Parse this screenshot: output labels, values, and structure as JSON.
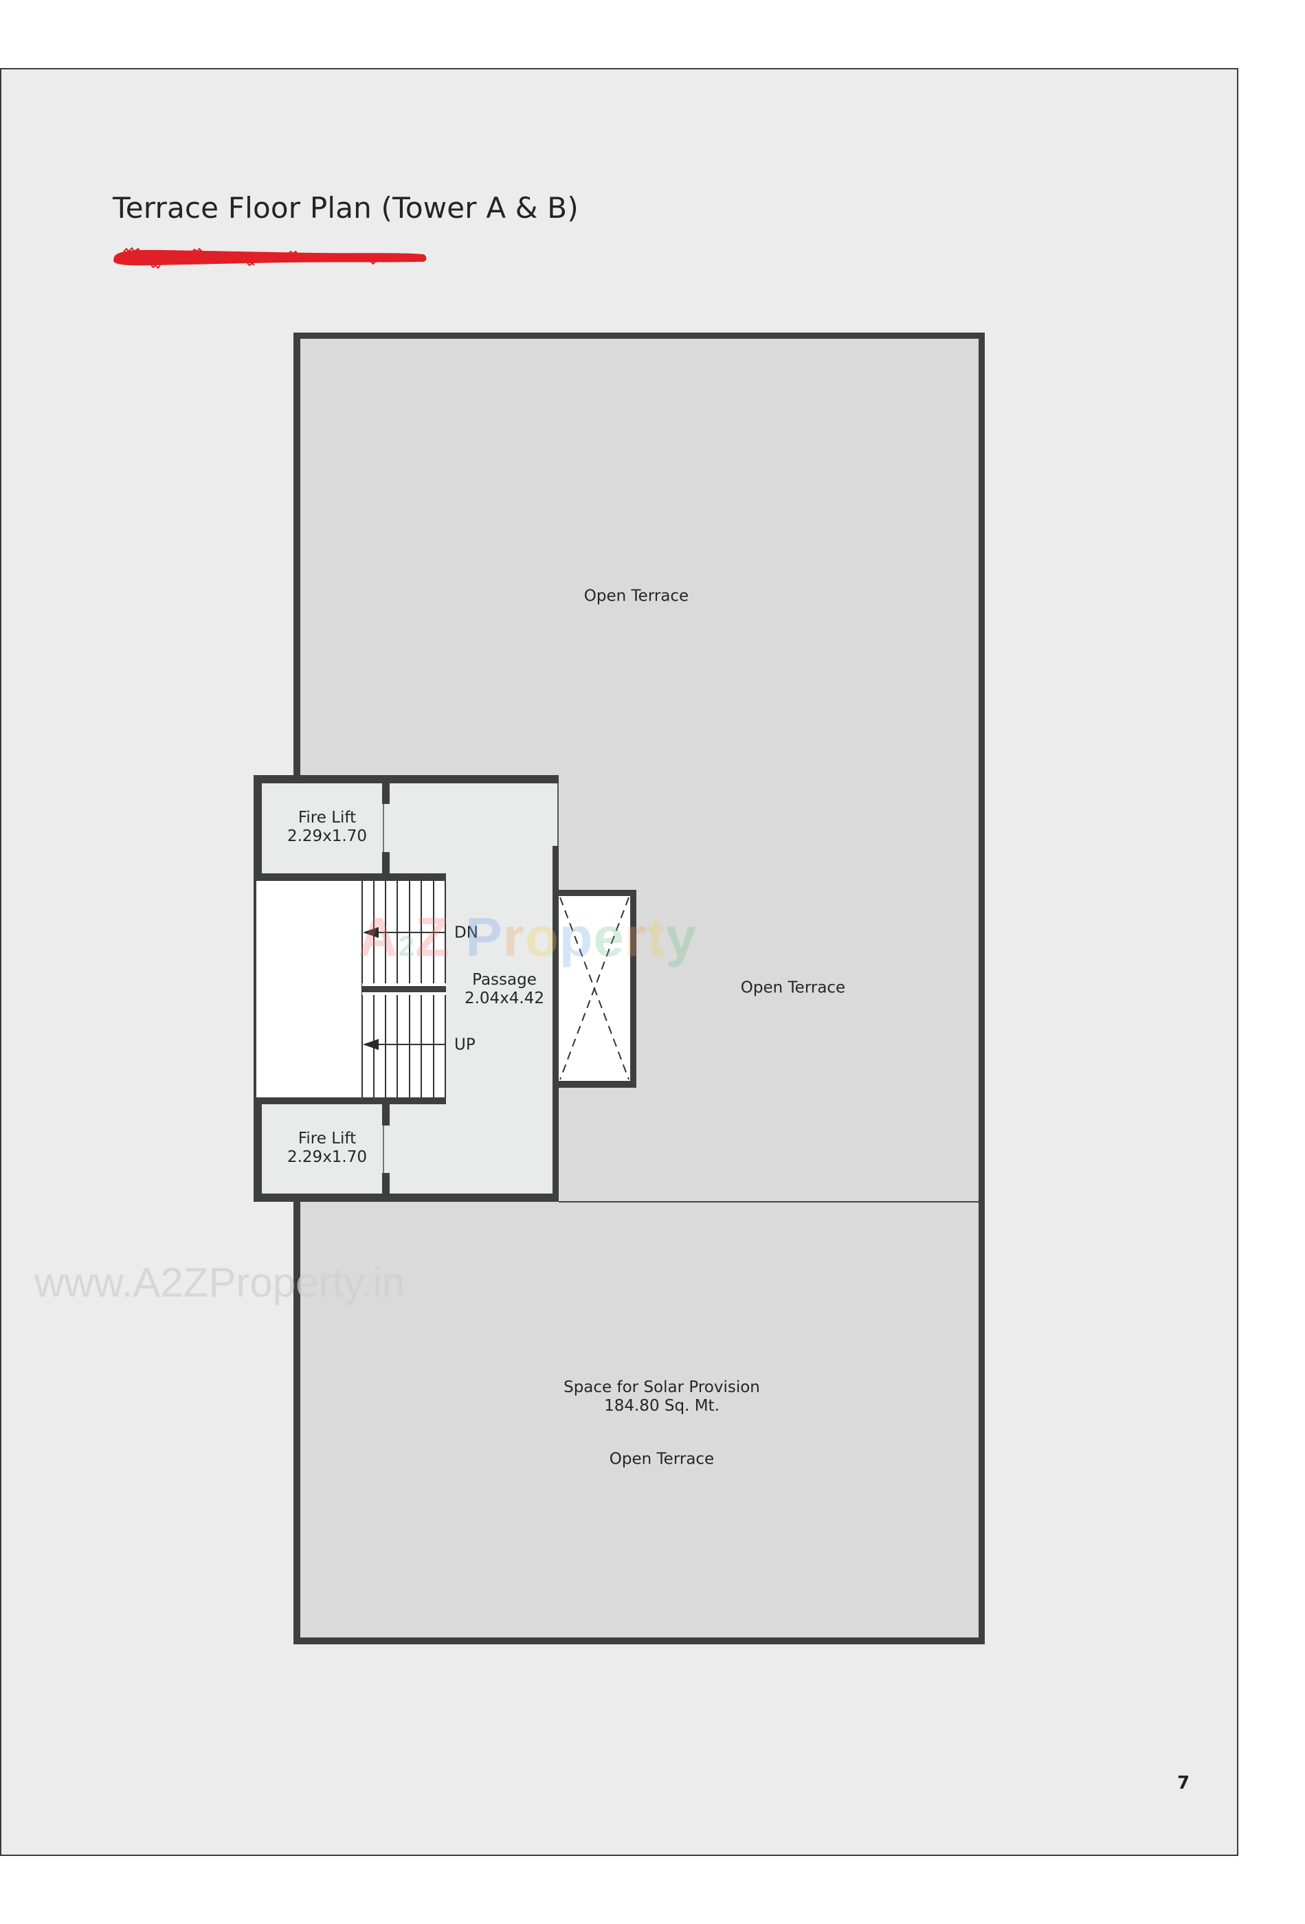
{
  "header": {
    "title": "Terrace Floor Plan (Tower A & B)",
    "accent_color": "#e11f26"
  },
  "plan": {
    "labels": {
      "open_terrace_top": "Open Terrace",
      "open_terrace_right": "Open Terrace",
      "fire_lift_top": {
        "name": "Fire Lift",
        "size": "2.29x1.70"
      },
      "fire_lift_bottom": {
        "name": "Fire Lift",
        "size": "2.29x1.70"
      },
      "passage": {
        "name": "Passage",
        "size": "2.04x4.42"
      },
      "stair_dn": "DN",
      "stair_up": "UP",
      "solar": {
        "name": "Space for Solar Provision",
        "area": "184.80 Sq. Mt."
      },
      "open_terrace_bottom": "Open Terrace"
    },
    "colors": {
      "wall": "#3f3f3f",
      "terrace_fill": "#d9dad9",
      "core_fill": "#e9eaea",
      "stair_fill": "#ffffff",
      "page_bg": "#ebeceb"
    }
  },
  "watermark": {
    "logo_letters": [
      {
        "ch": "A",
        "color": "#ef6f6f"
      },
      {
        "ch": "2",
        "color": "#6cc08a",
        "sub": true
      },
      {
        "ch": "Z",
        "color": "#ef6f6f"
      },
      {
        "ch": "P",
        "color": "#6f9fe8"
      },
      {
        "ch": "r",
        "color": "#f0a060"
      },
      {
        "ch": "o",
        "color": "#f2d050"
      },
      {
        "ch": "p",
        "color": "#6f9fe8"
      },
      {
        "ch": "e",
        "color": "#6cc08a"
      },
      {
        "ch": "r",
        "color": "#f0a060"
      },
      {
        "ch": "t",
        "color": "#f2d050"
      },
      {
        "ch": "y",
        "color": "#6cc08a"
      }
    ],
    "url": "www.A2ZProperty.in"
  },
  "footer": {
    "page_number": "7"
  }
}
